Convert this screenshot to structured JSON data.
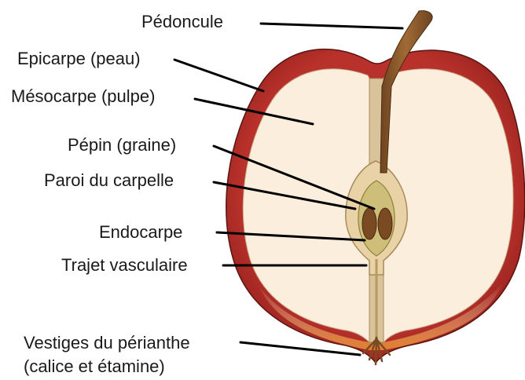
{
  "diagram": {
    "labels": {
      "pedoncule": "Pédoncule",
      "epicarpe": "Epicarpe (peau)",
      "mesocarpe": "Mésocarpe (pulpe)",
      "pepin": "Pépin (graine)",
      "paroi": "Paroi du carpelle",
      "endocarpe": "Endocarpe",
      "trajet": "Trajet vasculaire",
      "vestiges_line1": "Vestiges du périanthe",
      "vestiges_line2": "(calice et étamine)"
    },
    "colors": {
      "skin": "#b8312a",
      "skin_dark": "#8f1f1c",
      "flesh": "#fbeedc",
      "core": "#e9d3a6",
      "endocarp": "#cdbf7a",
      "seed": "#7a4a22",
      "stem": "#8a5a2e",
      "bottom_glow": "#e88a2e",
      "leader_line": "#000000"
    }
  }
}
